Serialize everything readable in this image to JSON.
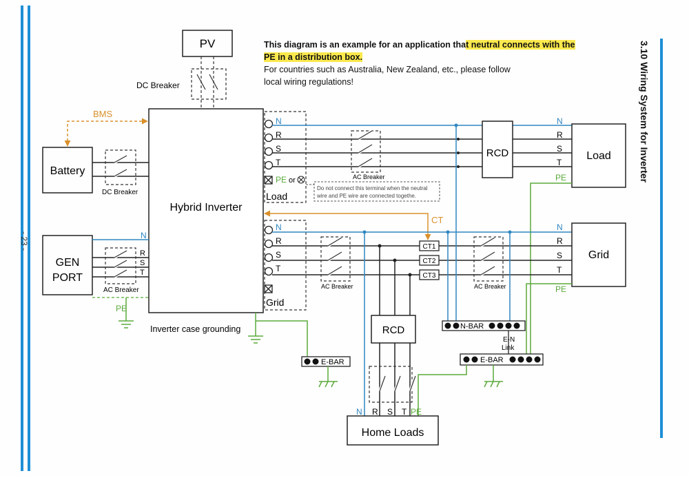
{
  "page": {
    "section_title": "3.10 Wiring System for Inverter",
    "page_number": "- 23 -"
  },
  "note": {
    "line1_pre": "This diagram is an example for an application tha",
    "line1_hl": "t neutral connects with the",
    "line2_hl": "PE in a distribution box.",
    "line3": "For countries such as Australia, New Zealand, etc., please follow",
    "line4": "local wiring regulations!"
  },
  "diagram": {
    "pv": "PV",
    "dc_breaker": "DC Breaker",
    "bms": "BMS",
    "battery": "Battery",
    "dc_breaker_battery": "DC Breaker",
    "hybrid_inverter": "Hybrid Inverter",
    "gen_port_line1": "GEN",
    "gen_port_line2": "PORT",
    "ac_breaker_gen": "AC Breaker",
    "pe": "PE",
    "inverter_case_grounding": "Inverter case grounding",
    "load_port": "Load",
    "grid_port": "Grid",
    "pe_or": "or",
    "warning_line1": "Do not connect this terminal when the neutral",
    "warning_line2": "wire and PE wire are connected togethe.",
    "ac_breaker_load": "AC Breaker",
    "ac_breaker_grid_left": "AC Breaker",
    "ac_breaker_grid_right": "AC Breaker",
    "rcd_top": "RCD",
    "rcd_bottom": "RCD",
    "load": "Load",
    "grid": "Grid",
    "ct": "CT",
    "ct1": "CT1",
    "ct2": "CT2",
    "ct3": "CT3",
    "n_bar": "N-BAR",
    "e_bar_left": "E-BAR",
    "e_bar_right": "E-BAR",
    "en_link_line1": "E-N",
    "en_link_line2": "Link",
    "home_loads": "Home Loads",
    "n": "N",
    "r": "R",
    "s": "S",
    "t": "T",
    "colors": {
      "blue": "#2e86c1",
      "green": "#5aaa3a",
      "orange": "#d9902b",
      "highlight": "#fbe94d",
      "margin_bar": "#1f8fd6"
    }
  }
}
